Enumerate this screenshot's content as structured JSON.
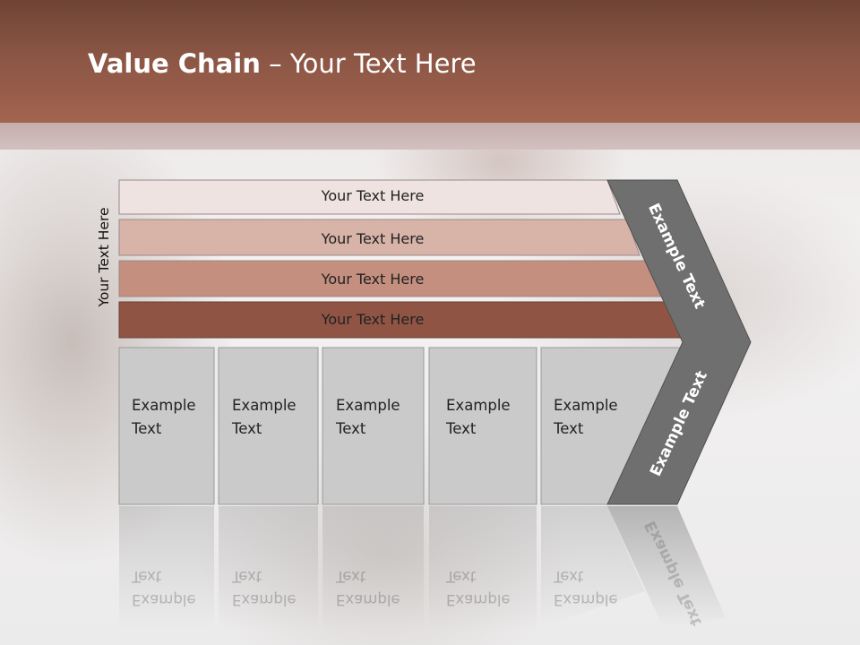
{
  "title": {
    "bold": "Value Chain",
    "rest": " – Your Text Here"
  },
  "side_label": "Your Text Here",
  "rows": [
    {
      "label": "Your Text Here",
      "color": "#efe3e1"
    },
    {
      "label": "Your Text Here",
      "color": "#d8b3a8"
    },
    {
      "label": "Your Text Here",
      "color": "#c48f7f"
    },
    {
      "label": "Your Text Here",
      "color": "#8f5444"
    }
  ],
  "boxes": [
    {
      "line1": "Example",
      "line2": "Text"
    },
    {
      "line1": "Example",
      "line2": "Text"
    },
    {
      "line1": "Example",
      "line2": "Text"
    },
    {
      "line1": "Example",
      "line2": "Text"
    },
    {
      "line1": "Example",
      "line2": "Text"
    }
  ],
  "chevron": {
    "upper": "Example Text",
    "lower": "Example Text",
    "color": "#6f6f6f"
  },
  "colors": {
    "header": "#8b5544",
    "box_fill": "#cacaca"
  }
}
